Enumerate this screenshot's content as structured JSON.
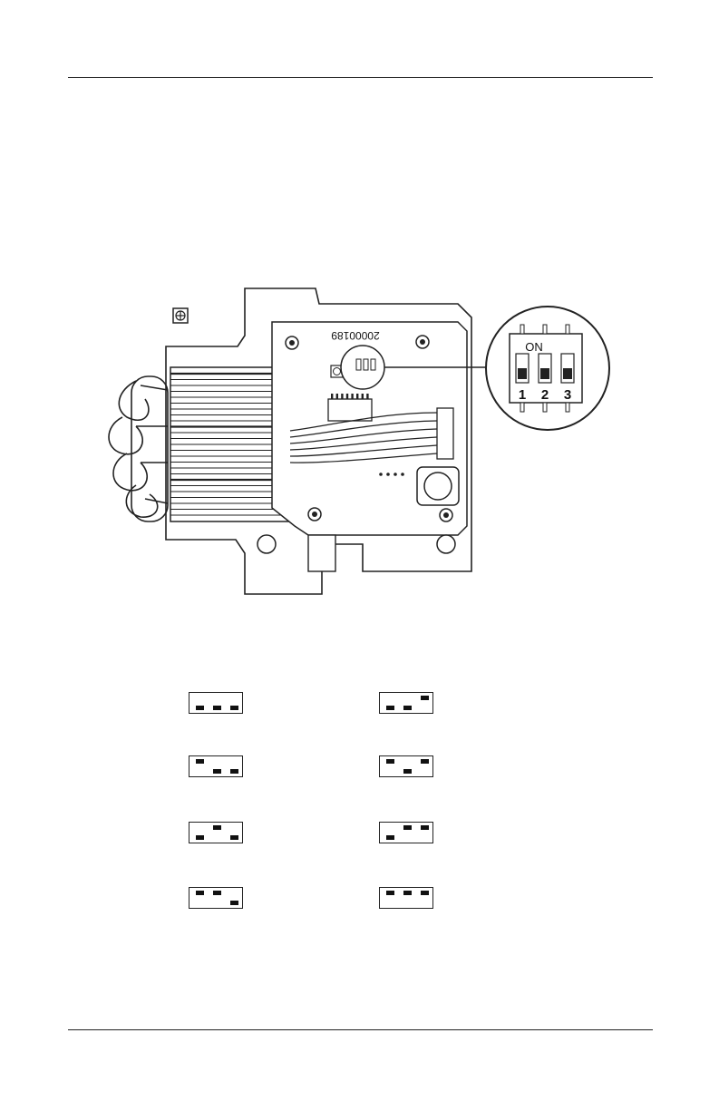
{
  "board": {
    "part_number": "20000189",
    "dip_labels": {
      "on_label": "ON",
      "switch_numbers": [
        "1",
        "2",
        "3"
      ]
    }
  },
  "dip_settings": [
    {
      "switches": [
        "off",
        "off",
        "off"
      ]
    },
    {
      "switches": [
        "on",
        "off",
        "off"
      ]
    },
    {
      "switches": [
        "off",
        "on",
        "off"
      ]
    },
    {
      "switches": [
        "on",
        "on",
        "off"
      ]
    },
    {
      "switches": [
        "off",
        "off",
        "on"
      ]
    },
    {
      "switches": [
        "on",
        "off",
        "on"
      ]
    },
    {
      "switches": [
        "off",
        "on",
        "on"
      ]
    },
    {
      "switches": [
        "on",
        "on",
        "on"
      ]
    }
  ],
  "colors": {
    "line": "#222222",
    "fill": "#ffffff",
    "dark": "#111111"
  }
}
